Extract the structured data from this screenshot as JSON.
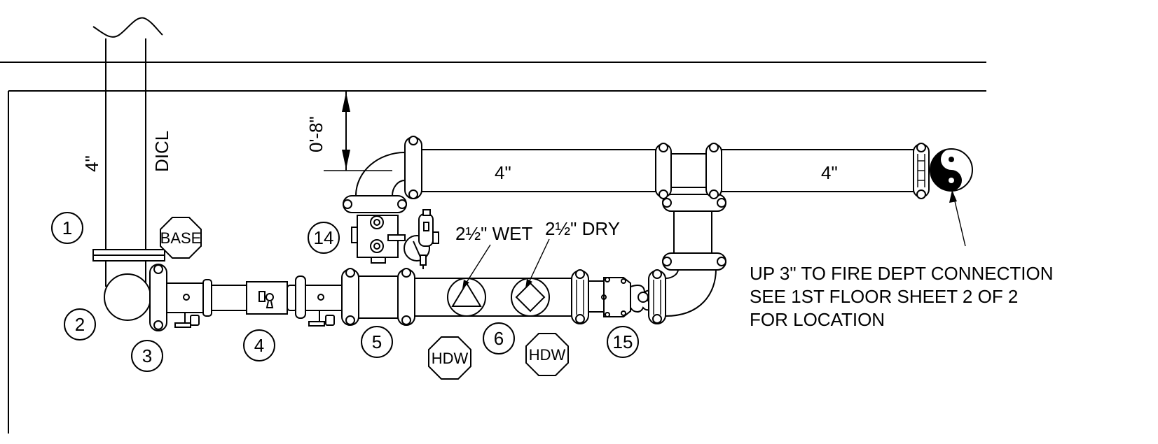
{
  "callouts": {
    "c1": "1",
    "c2": "2",
    "c3": "3",
    "c4": "4",
    "c5": "5",
    "c6": "6",
    "c14": "14",
    "c15": "15"
  },
  "tags": {
    "base": "BASE",
    "hdw_left": "HDW",
    "hdw_right": "HDW"
  },
  "labels": {
    "riser_size": "4\"",
    "riser_material": "DICL",
    "dimension": "0'-8\"",
    "pipe_left": "4\"",
    "pipe_right": "4\"",
    "wet": "2½\" WET",
    "dry": "2½\" DRY"
  },
  "note": {
    "line1": "UP 3\" TO FIRE DEPT CONNECTION",
    "line2": "SEE 1ST FLOOR SHEET 2 OF 2",
    "line3": "FOR LOCATION"
  }
}
